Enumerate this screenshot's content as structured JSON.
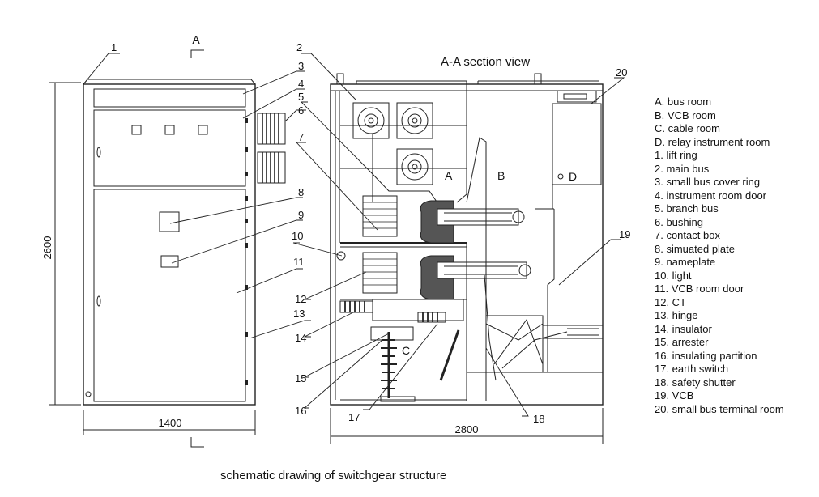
{
  "diagram": {
    "section_title": "A-A section view",
    "caption": "schematic drawing of switchgear structure",
    "section_mark": "A",
    "dimensions": {
      "front_height": "2600",
      "front_width": "1400",
      "side_width": "2800"
    },
    "callouts": [
      "1",
      "2",
      "3",
      "4",
      "5",
      "6",
      "7",
      "8",
      "9",
      "10",
      "11",
      "12",
      "13",
      "14",
      "15",
      "16",
      "17",
      "18",
      "19",
      "20"
    ],
    "room_letters": {
      "a": "A",
      "b": "B",
      "c": "C",
      "d": "D"
    },
    "legend": [
      "A. bus room",
      "B. VCB room",
      "C. cable room",
      "D. relay instrument room",
      "1. lift ring",
      "2. main bus",
      "3. small bus cover ring",
      "4. instrument room door",
      "5. branch bus",
      "6. bushing",
      "7. contact box",
      "8. simuated plate",
      "9. nameplate",
      "10. light",
      "11. VCB room door",
      "12. CT",
      "13. hinge",
      "14. insulator",
      "15. arrester",
      "16. insulating partition",
      "17. earth switch",
      "18. safety shutter",
      "19. VCB",
      "20. small bus terminal room"
    ]
  }
}
